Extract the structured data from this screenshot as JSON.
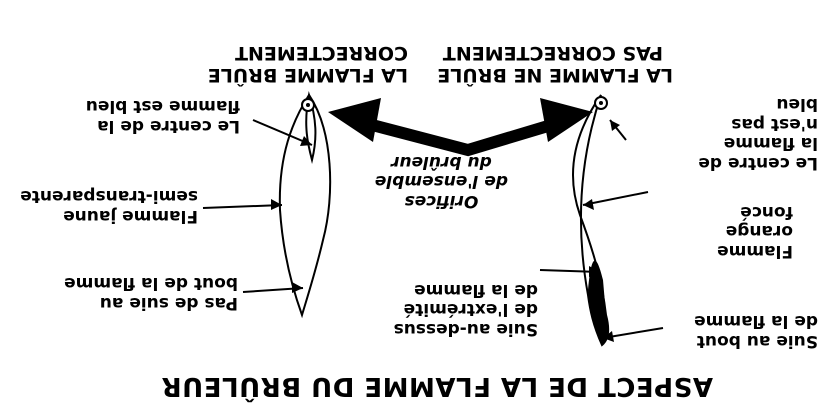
{
  "title": "ASPECT DE LA FLAMME DU BRÛLEUR",
  "left_header": [
    "LA FLAMME NE BRÛLE",
    "PAS CORRECTEMENT"
  ],
  "right_header": [
    "LA FLAMME BRÛLE",
    "CORRECTEMENT"
  ],
  "center_label": [
    "Orifices",
    "de l'ensemble",
    "du brûleur"
  ],
  "left_labels": {
    "soot_tip": [
      "Suie au bout",
      "de la flamme"
    ],
    "orange": [
      "Flamme",
      "orange",
      "foncé"
    ],
    "center_not_blue": [
      "Le centre de",
      "la flamme",
      "n'est pas",
      "bleu"
    ]
  },
  "soot_above": [
    "Suie au-dessus",
    "de l'extrémité",
    "de la flamme"
  ],
  "right_labels": {
    "no_soot": [
      "Pas de suie au",
      "bout de la flamme"
    ],
    "yellow": [
      "Flamme jaune",
      "semi-transparente"
    ],
    "center_blue": [
      "Le centre de la",
      "flamme est bleu"
    ]
  },
  "colors": {
    "ink": "#000000",
    "background": "#ffffff"
  }
}
